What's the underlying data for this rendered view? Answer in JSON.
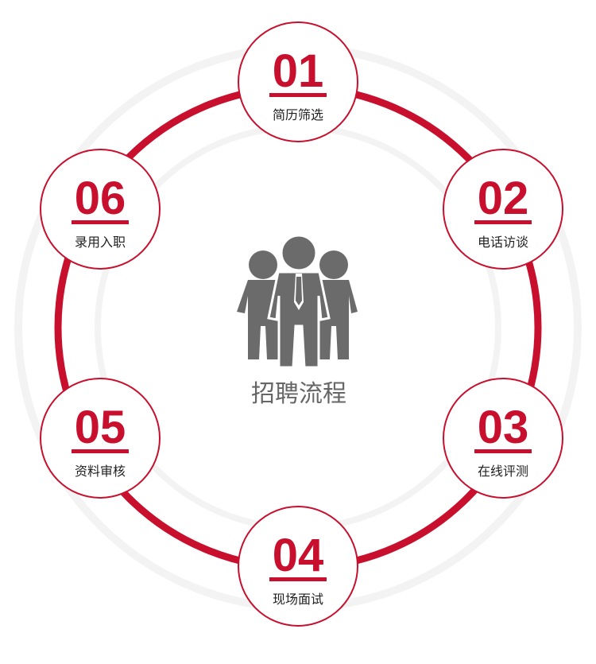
{
  "title": "招聘流程",
  "colors": {
    "accent": "#c8102e",
    "node_border": "#c8102e",
    "icon": "#6b6b6b",
    "title_text": "#666666",
    "label_text": "#222222",
    "faint_ring": "#f2f2f2"
  },
  "icon": "people-group-icon",
  "steps": [
    {
      "number": "01",
      "label": "简历筛选"
    },
    {
      "number": "02",
      "label": "电话访谈"
    },
    {
      "number": "03",
      "label": "在线评测"
    },
    {
      "number": "04",
      "label": "现场面试"
    },
    {
      "number": "05",
      "label": "资料审核"
    },
    {
      "number": "06",
      "label": "录用入职"
    }
  ]
}
